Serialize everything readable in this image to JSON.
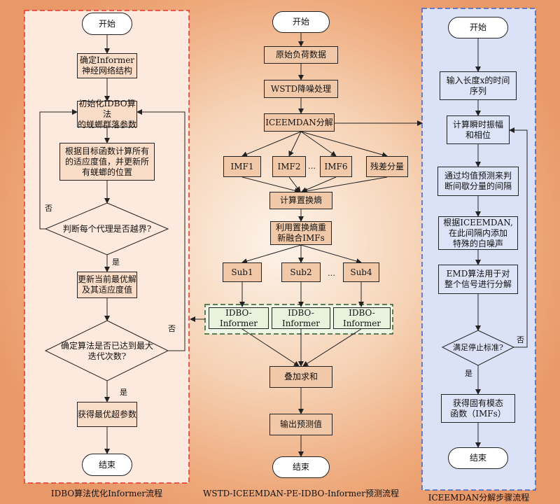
{
  "left": {
    "start": "开始",
    "step1": "确定Informer\n神经网络结构",
    "step2": "初始化IDBO算法\n的蜣螂群落参数",
    "step3": "根据目标函数计算所有\n的适应度值，并更新所\n有蜣螂的位置",
    "decision1": "判断每个代理是否越界?",
    "no1": "否",
    "yes1": "是",
    "step4": "更新当前最优解\n及其适应度值",
    "decision2": "确定算法是否已达到最大\n迭代次数?",
    "no2": "否",
    "yes2": "是",
    "step5": "获得最优超参数",
    "end": "结束",
    "caption": "IDBO算法优化Informer流程"
  },
  "middle": {
    "start": "开始",
    "step1": "原始负荷数据",
    "step2": "WSTD降噪处理",
    "step3": "ICEEMDAN分解",
    "imf1": "IMF1",
    "imf2": "IMF2",
    "dots1": "…",
    "imf6": "IMF6",
    "residual": "残差分量",
    "step4": "计算置换熵",
    "step5": "利用置换熵重\n新融合IMFs",
    "sub1": "Sub1",
    "sub2": "Sub2",
    "dots2": "…",
    "sub4": "Sub4",
    "model1": "IDBO-Informer",
    "model2": "IDBO-Informer",
    "model3": "IDBO-Informer",
    "step6": "叠加求和",
    "step7": "输出预测值",
    "end": "结束",
    "caption": "WSTD-ICEEMDAN-PE-IDBO-Informer预测流程"
  },
  "right": {
    "start": "开始",
    "step1": "输入长度x的时间\n序列",
    "step2": "计算瞬时振幅\n和相位",
    "step3": "通过均值预测来判\n断间歇分量的间隔",
    "step4": "根据ICEEMDAN,\n在此间隔内添加\n特殊的白噪声",
    "step5": "EMD算法用于对\n整个信号进行分解",
    "decision": "满足停止标准?",
    "no": "否",
    "yes": "是",
    "step6": "获得固有模态\n函数（IMFs）",
    "end": "结束",
    "caption": "ICEEMDAN分解步骤流程"
  },
  "colors": {
    "left_panel": "#fde9dd",
    "left_border": "#e8322a",
    "right_panel": "#dbe1f6",
    "right_border": "#3a62c8",
    "model_group_border": "#2b5a2b",
    "middle_box": "#f2c9a8"
  }
}
